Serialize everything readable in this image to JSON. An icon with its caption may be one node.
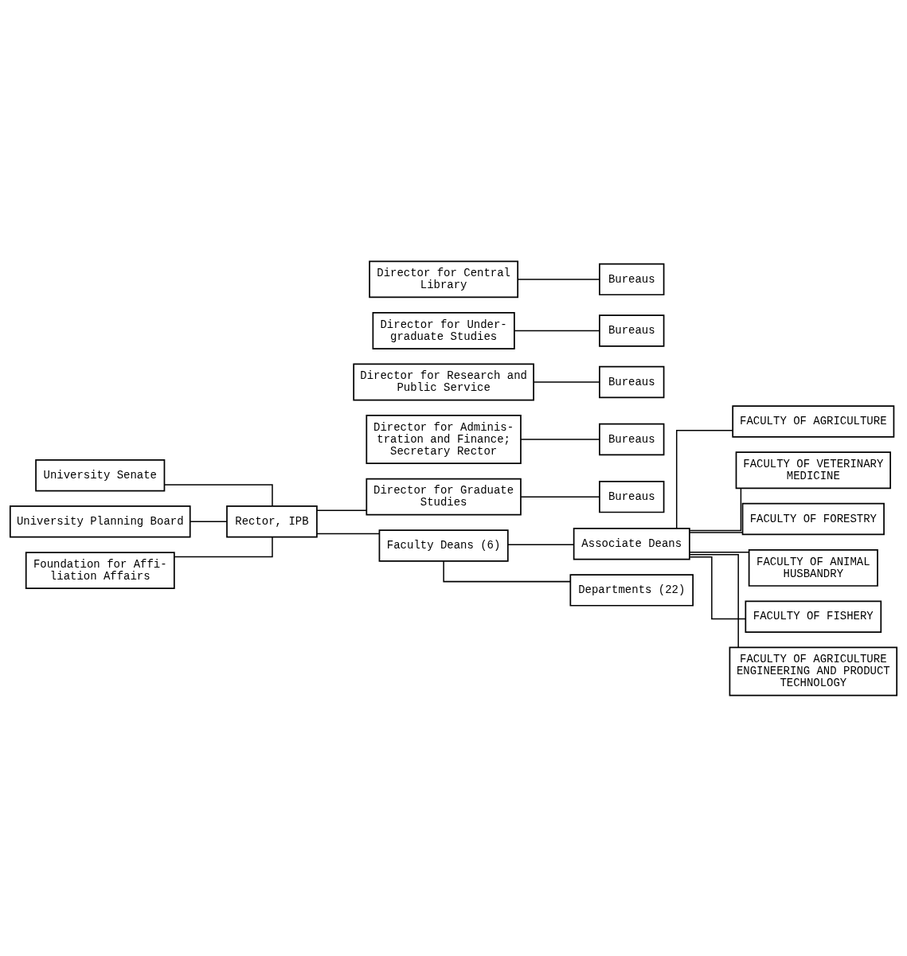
{
  "diagram": {
    "nodes": [
      {
        "text": [
          "University Senate"
        ]
      },
      {
        "text": [
          "Rector, IPB"
        ]
      },
      {
        "text": [
          "Director for Graduate Studies"
        ]
      },
      {
        "text": [
          "Bureaus"
        ]
      },
      {
        "text": [
          "University Planning Board"
        ]
      },
      {
        "text": [
          "Director for Adminis- tration and Finance; Secretary Rector"
        ]
      },
      {
        "text": [
          "Bureaus"
        ]
      },
      {
        "text": [
          "Director for Research and Public Service"
        ]
      },
      {
        "text": [
          "Bureaus"
        ]
      },
      {
        "text": [
          "Foundation for Affi- liation Affairs"
        ]
      },
      {
        "text": [
          "Director for Under- graduate Studies"
        ]
      },
      {
        "text": [
          "Bureaus"
        ]
      },
      {
        "text": [
          "Director for Central Library"
        ]
      },
      {
        "text": [
          "Bureaus"
        ]
      },
      {
        "text": [
          "FACULTY OF AGRICULTURE"
        ]
      },
      {
        "text": [
          "FACULTY OF VETERINARY MEDICINE"
        ]
      },
      {
        "text": [
          "Faculty Deans (6)"
        ]
      },
      {
        "text": [
          "Associate Deans"
        ]
      },
      {
        "text": [
          "FACULTY OF FORESTRY"
        ]
      },
      {
        "text": [
          "FACULTY OF ANIMAL HUSBANDRY"
        ]
      },
      {
        "text": [
          "Departments (22)"
        ]
      },
      {
        "text": [
          "FACULTY OF FISHERY"
        ]
      },
      {
        "text": [
          "FACULTY OF AGRICULTURE ENGINEERING AND PRODUCT TECHNOLOGY"
        ]
      }
    ],
    "edges": [
      {
        "from": 0,
        "to": 1,
        "arrow": "none"
      },
      {
        "from": 4,
        "to": 1,
        "arrow": "none"
      },
      {
        "from": 9,
        "to": 1,
        "arrow": "none"
      },
      {
        "from": 1,
        "to": 2,
        "arrow": "none"
      },
      {
        "from": 2,
        "to": 3,
        "arrow": "none"
      },
      {
        "from": 5,
        "to": 6,
        "arrow": "none"
      },
      {
        "from": 7,
        "to": 8,
        "arrow": "none"
      },
      {
        "from": 10,
        "to": 11,
        "arrow": "none"
      },
      {
        "from": 12,
        "to": 13,
        "arrow": "none"
      },
      {
        "from": 1,
        "to": 16,
        "arrow": "none"
      },
      {
        "from": 16,
        "to": 17,
        "arrow": "none"
      },
      {
        "from": 16,
        "to": 20,
        "arrow": "none"
      },
      {
        "from": 17,
        "to": 14,
        "arrow": "none"
      },
      {
        "from": 17,
        "to": 15,
        "arrow": "none"
      },
      {
        "from": 17,
        "to": 18,
        "arrow": "none"
      },
      {
        "from": 17,
        "to": 19,
        "arrow": "none"
      },
      {
        "from": 17,
        "to": 21,
        "arrow": "none"
      },
      {
        "from": 17,
        "to": 22,
        "arrow": "none"
      }
    ]
  }
}
